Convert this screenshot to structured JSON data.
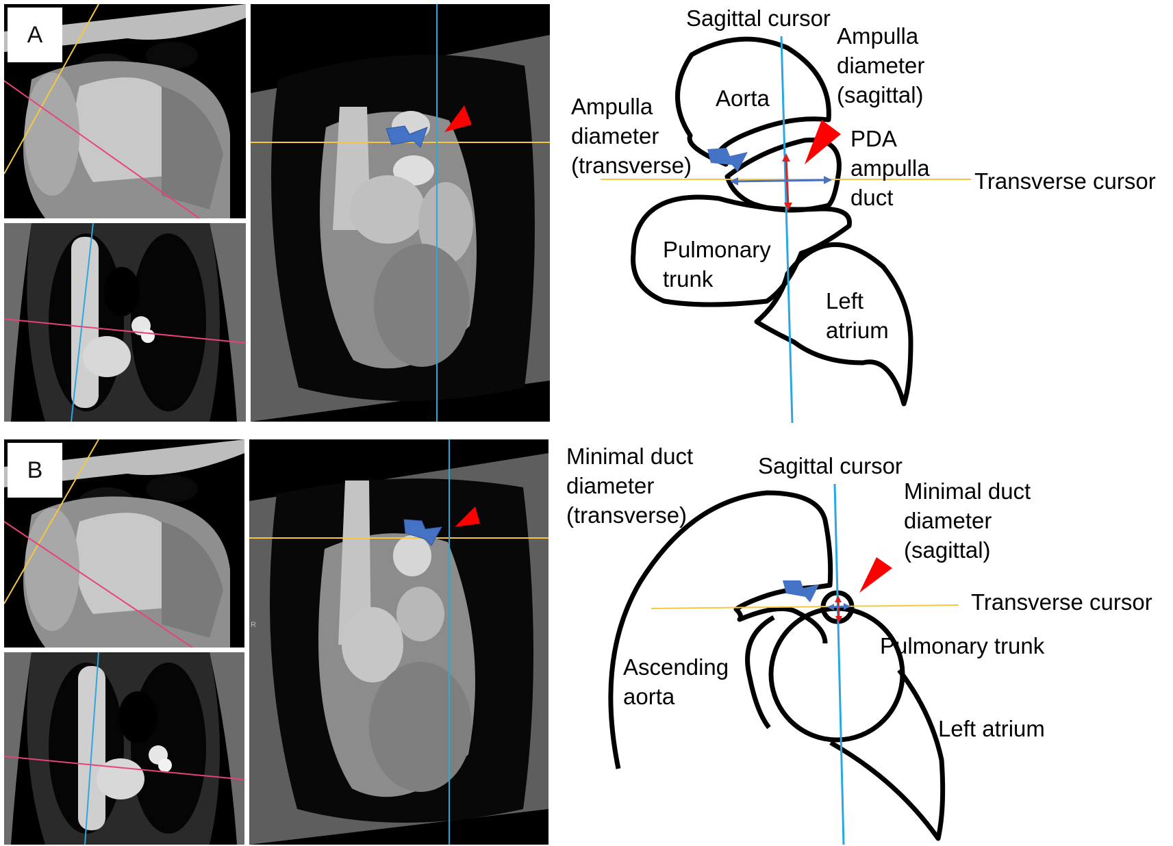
{
  "panel_a": {
    "letter": "A",
    "labels": {
      "sagittal_cursor": "Sagittal cursor",
      "ampulla_diameter_sagittal": "Ampulla\ndiameter\n(sagittal)",
      "aorta": "Aorta",
      "ampulla_diameter_transverse": "Ampulla\ndiameter\n(transverse)",
      "pda_ampulla_duct": "PDA\nampulla\nduct",
      "transverse_cursor": "Transverse cursor",
      "pulmonary_trunk": "Pulmonary\ntrunk",
      "left_atrium": "Left\natrium"
    }
  },
  "panel_b": {
    "letter": "B",
    "scan_marker": "R",
    "labels": {
      "minimal_duct_diameter_transverse": "Minimal duct\ndiameter\n(transverse)",
      "sagittal_cursor": "Sagittal cursor",
      "minimal_duct_diameter_sagittal": "Minimal duct\ndiameter\n(sagittal)",
      "transverse_cursor": "Transverse cursor",
      "pulmonary_trunk": "Pulmonary trunk",
      "ascending_aorta": "Ascending\naorta",
      "left_atrium": "Left atrium"
    }
  },
  "colors": {
    "sagittal_cursor": "#29a8e0",
    "transverse_cursor": "#f5c842",
    "oblique_cursor": "#e8427c",
    "arrow_blue": "#4472c4",
    "arrowhead_red": "#ff0000",
    "measure_red": "#e02020",
    "measure_blue": "#4a72c4"
  }
}
